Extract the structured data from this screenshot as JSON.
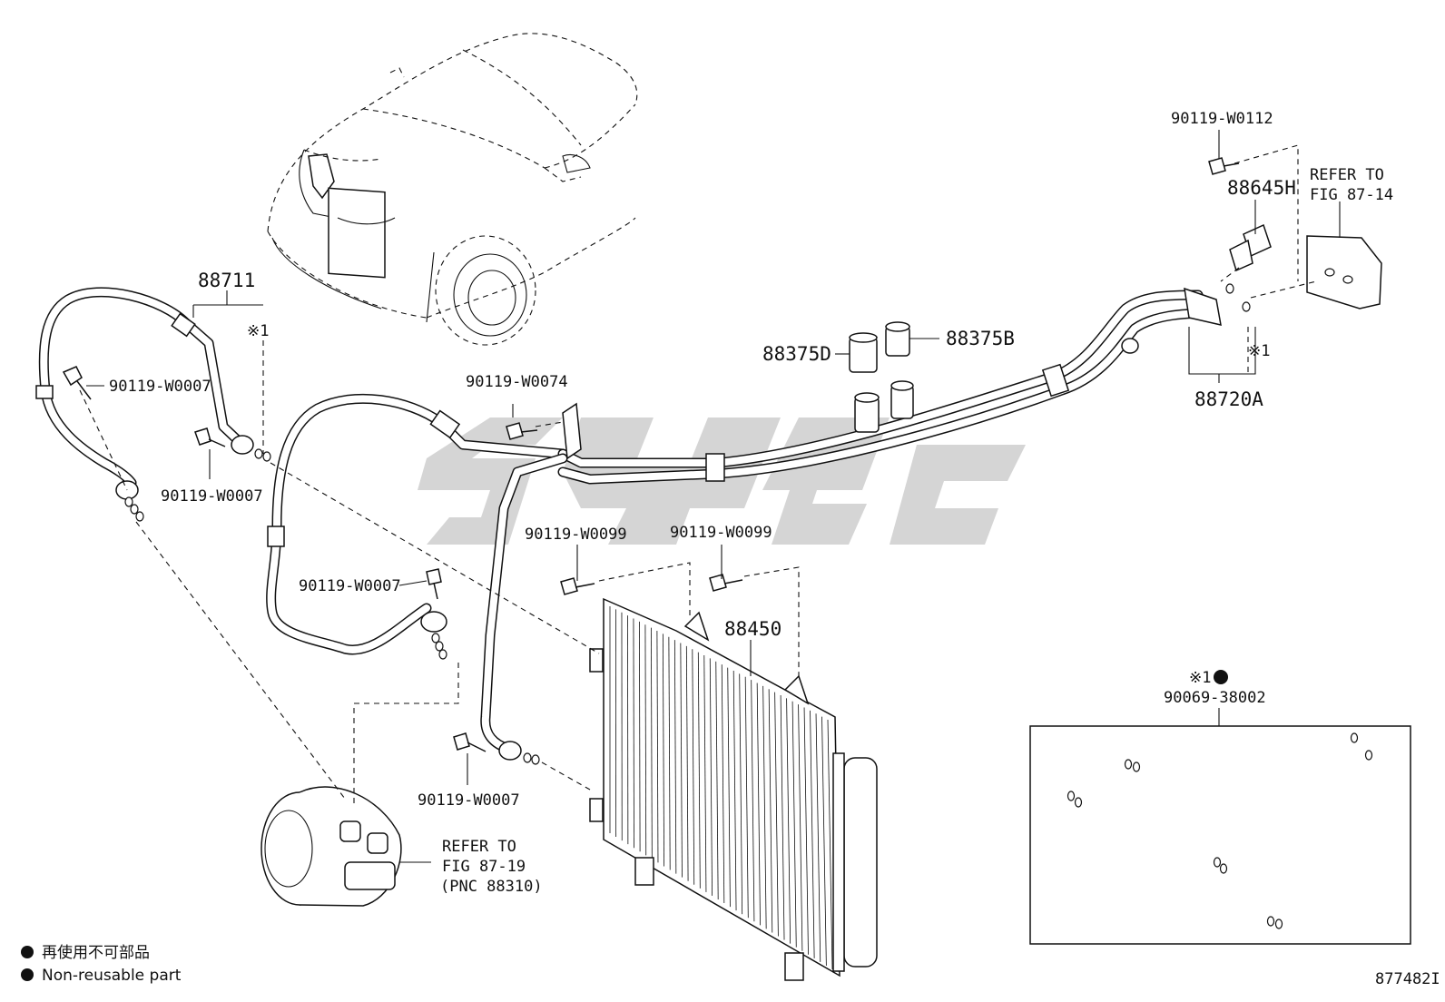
{
  "figure_id": "877482I",
  "legend": {
    "bullet_color": "#111111",
    "line_jp": "再使用不可部品",
    "line_en": "Non-reusable part"
  },
  "labels": {
    "p88711": "88711",
    "p90119_w0007_a": "90119-W0007",
    "p90119_w0007_b": "90119-W0007",
    "p90119_w0007_c": "90119-W0007",
    "p90119_w0007_d": "90119-W0007",
    "p90119_w0074": "90119-W0074",
    "p90119_w0099_a": "90119-W0099",
    "p90119_w0099_b": "90119-W0099",
    "p90119_w0112": "90119-W0112",
    "p88645h": "88645H",
    "p88375d": "88375D",
    "p88375b": "88375B",
    "p88720a": "88720A",
    "p88450": "88450",
    "p90069_38002": "90069-38002",
    "note_mark_a": "※1",
    "note_mark_b": "※1",
    "note_mark_box": "※1"
  },
  "refer_fig_87_14": {
    "line1": "REFER TO",
    "line2": "FIG 87-14"
  },
  "refer_fig_87_19": {
    "line1": "REFER TO",
    "line2": "FIG 87-19",
    "line3": "(PNC 88310)"
  }
}
